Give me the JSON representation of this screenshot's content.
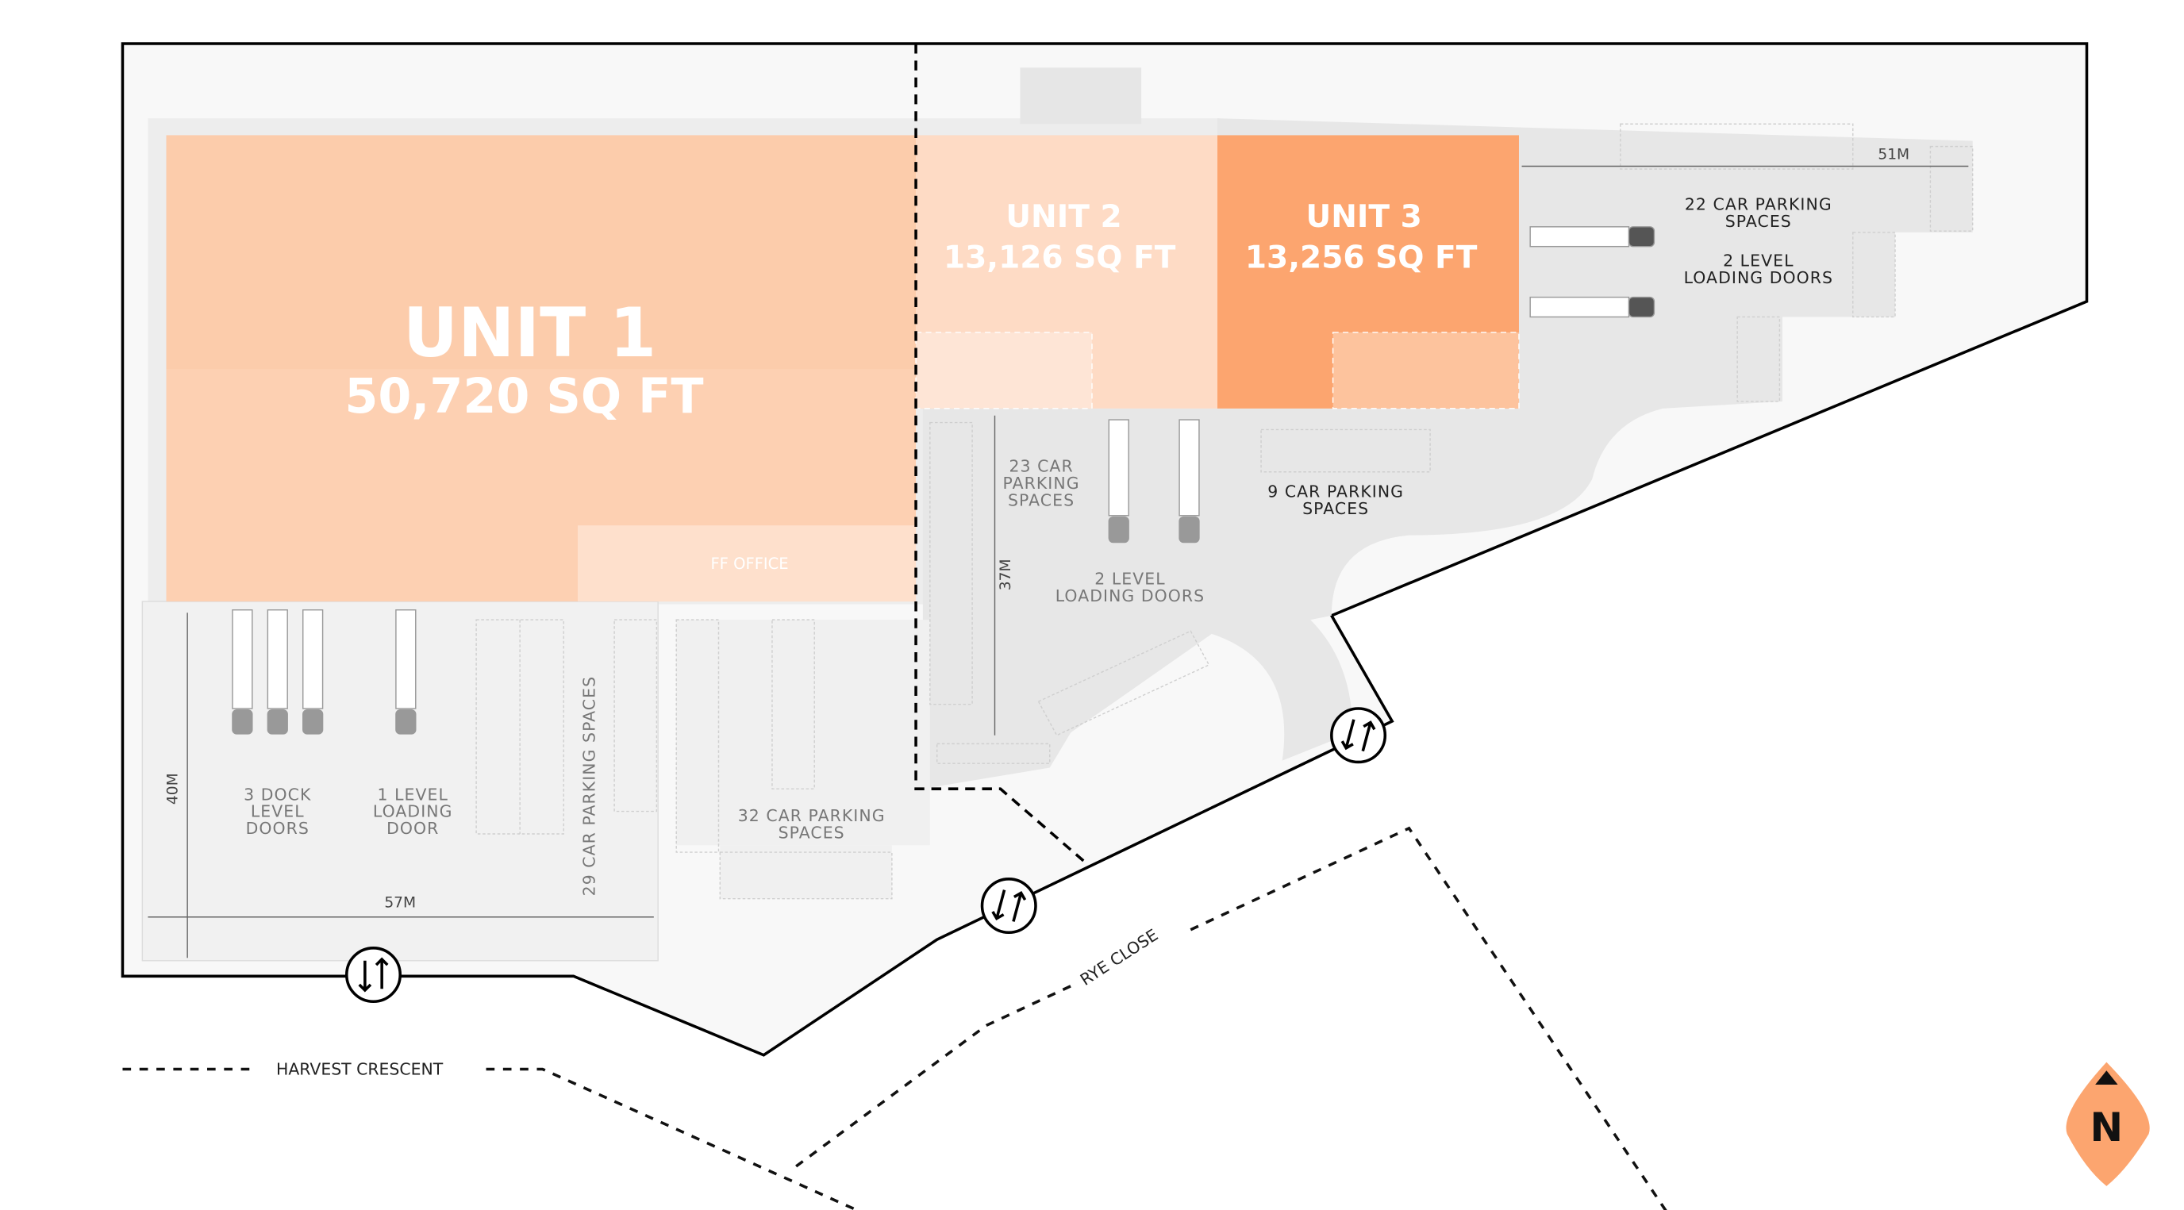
{
  "units": [
    {
      "name": "UNIT 1",
      "area": "50,720 SQ FT",
      "color": "#fdd0b2"
    },
    {
      "name": "UNIT 2",
      "area": "13,126 SQ FT",
      "color": "#fedbc5"
    },
    {
      "name": "UNIT 3",
      "area": "13,256 SQ FT",
      "color": "#fca56f"
    }
  ],
  "office_label": "FF OFFICE",
  "labels": {
    "parking_22": [
      "22 CAR PARKING",
      "SPACES"
    ],
    "loading_unit3": [
      "2 LEVEL",
      "LOADING DOORS"
    ],
    "parking_23": [
      "23 CAR",
      "PARKING",
      "SPACES"
    ],
    "loading_unit2": [
      "2 LEVEL",
      "LOADING DOORS"
    ],
    "parking_9": [
      "9 CAR PARKING",
      "SPACES"
    ],
    "dock_doors": [
      "3 DOCK",
      "LEVEL",
      "DOORS"
    ],
    "loading_unit1": [
      "1 LEVEL",
      "LOADING",
      "DOOR"
    ],
    "parking_29": "29 CAR PARKING SPACES",
    "parking_32": [
      "32 CAR PARKING",
      "SPACES"
    ]
  },
  "dimensions": {
    "d51": "51M",
    "d37": "37M",
    "d40": "40M",
    "d57": "57M"
  },
  "roads": {
    "harvest": "HARVEST CRESCENT",
    "rye": "RYE CLOSE"
  },
  "north": "N",
  "colors": {
    "accent": "#fca56f",
    "yard": "#ececec",
    "site": "#f7f7f7",
    "boundary": "#000000"
  },
  "icons": [
    "two-way-access-icon",
    "north-arrow-icon",
    "truck-icon",
    "ev-charging-icon",
    "accessible-parking-icon"
  ]
}
